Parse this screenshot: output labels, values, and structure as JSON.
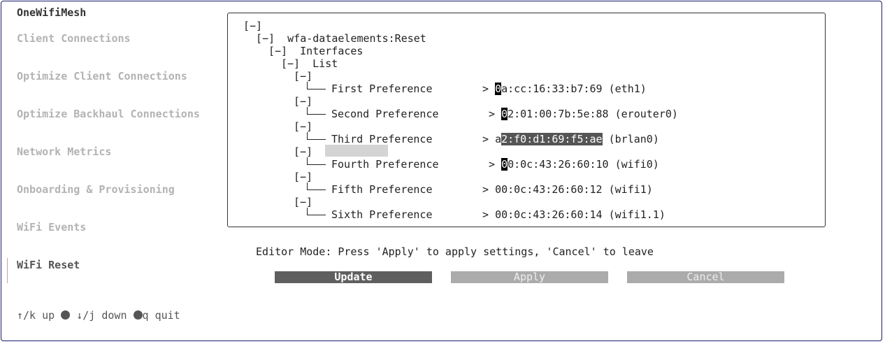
{
  "app": {
    "title": "OneWifiMesh"
  },
  "sidebar": {
    "items": [
      {
        "label": "Client Connections"
      },
      {
        "label": "Optimize Client Connections"
      },
      {
        "label": "Optimize Backhaul Connections"
      },
      {
        "label": "Network Metrics"
      },
      {
        "label": "Onboarding & Provisioning"
      },
      {
        "label": "WiFi Events"
      },
      {
        "label": "WiFi Reset",
        "active": true
      }
    ]
  },
  "help": {
    "up": "↑/k up",
    "down": "↓/j down",
    "quit": "q quit"
  },
  "tree": {
    "collapse_marker": "[−]",
    "root": "wfa-dataelements:Reset",
    "interfaces": "Interfaces",
    "list": "List",
    "arrow": ">",
    "items": [
      {
        "label": "First Preference",
        "cursor": "0",
        "value": "a:cc:16:33:b7:69",
        "iface": "(eth1)"
      },
      {
        "label": "Second Preference",
        "cursor": "0",
        "value": "2:01:00:7b:5e:88",
        "iface": "(erouter0)"
      },
      {
        "label": "Third Preference",
        "prefix": "a",
        "selected": "2:f0:d1:69:f5:ae",
        "iface": "(brlan0)"
      },
      {
        "label": "Fourth Preference",
        "cursor": "0",
        "value": "0:0c:43:26:60:10",
        "iface": "(wifi0)"
      },
      {
        "label": "Fifth Preference",
        "value": "00:0c:43:26:60:12",
        "iface": "(wifi1)"
      },
      {
        "label": "Sixth Preference",
        "value": "00:0c:43:26:60:14",
        "iface": "(wifi1.1)"
      }
    ]
  },
  "editor": {
    "message": "Editor Mode: Press 'Apply' to apply settings, 'Cancel' to leave"
  },
  "buttons": {
    "update": "Update",
    "apply": "Apply",
    "cancel": "Cancel"
  },
  "colors": {
    "frame": "#1a1a6e",
    "active_indicator": "#f07cf0",
    "primary_button": "#5f5f5f",
    "secondary_button": "#ababab"
  }
}
